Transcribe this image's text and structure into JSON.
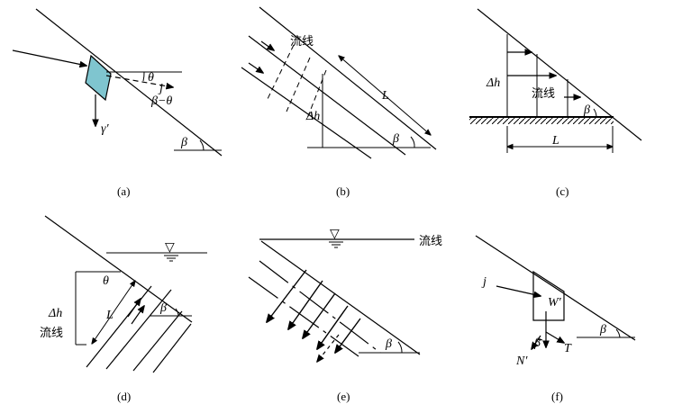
{
  "colors": {
    "line": "#000000",
    "element_fill": "#7fc5cf",
    "background": "#ffffff"
  },
  "panels": {
    "a": {
      "caption": "(a)",
      "labels": {
        "theta": "θ",
        "j": "j",
        "beta_minus_theta": "β−θ",
        "gamma_prime": "γ′",
        "beta": "β"
      }
    },
    "b": {
      "caption": "(b)",
      "labels": {
        "streamline": "流线",
        "L": "L",
        "delta_h": "Δh",
        "beta": "β"
      }
    },
    "c": {
      "caption": "(c)",
      "labels": {
        "delta_h": "Δh",
        "streamline": "流线",
        "beta": "β",
        "L": "L"
      }
    },
    "d": {
      "caption": "(d)",
      "labels": {
        "theta": "θ",
        "L": "L",
        "beta": "β",
        "delta_h": "Δh",
        "streamline": "流线",
        "water_symbol": "▽"
      }
    },
    "e": {
      "caption": "(e)",
      "labels": {
        "streamline": "流线",
        "beta": "β",
        "water_symbol": "▽"
      }
    },
    "f": {
      "caption": "(f)",
      "labels": {
        "j": "j",
        "W_prime": "W′",
        "beta_small": "β",
        "beta": "β",
        "T": "T",
        "N_prime": "N′"
      }
    }
  }
}
